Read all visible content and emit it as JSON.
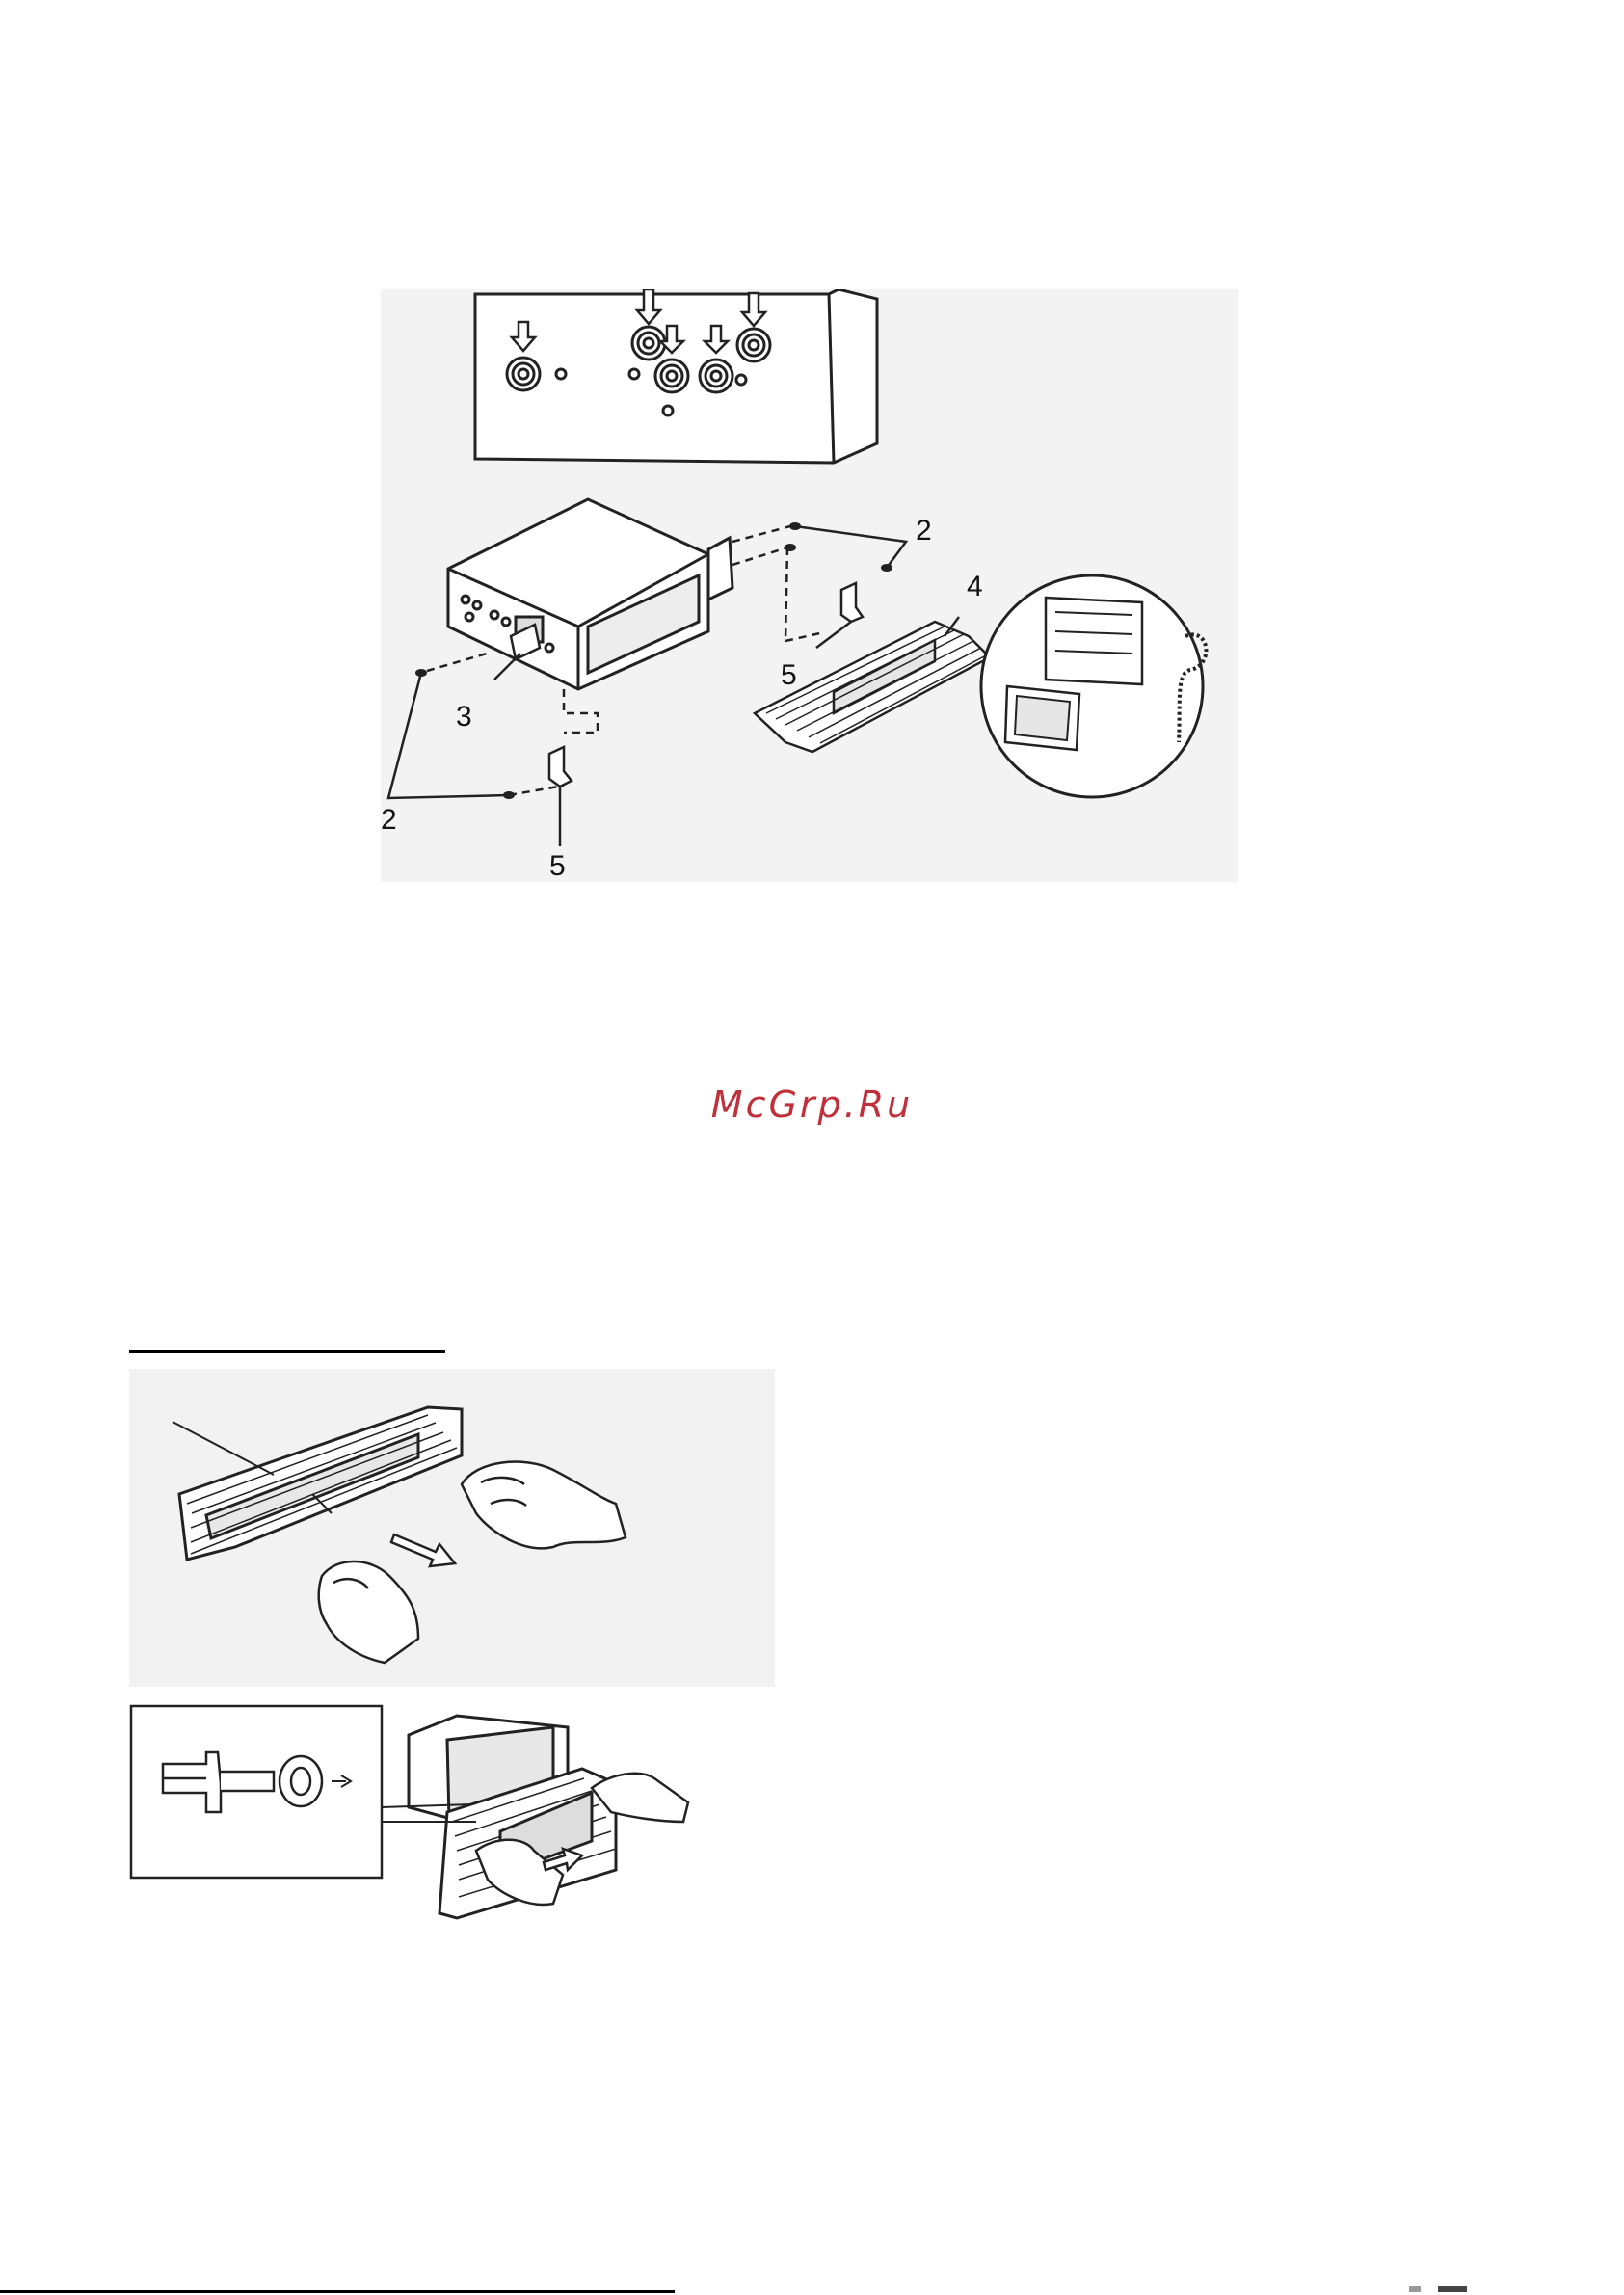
{
  "figure_install": {
    "callouts": {
      "screw_top": "2",
      "sleeve": "4",
      "bracket_top": "5",
      "connector": "3",
      "screw_bottom": "2",
      "bracket_bottom": "5"
    }
  },
  "watermark": "McGrp.Ru",
  "figure_removal": {},
  "footer": {}
}
